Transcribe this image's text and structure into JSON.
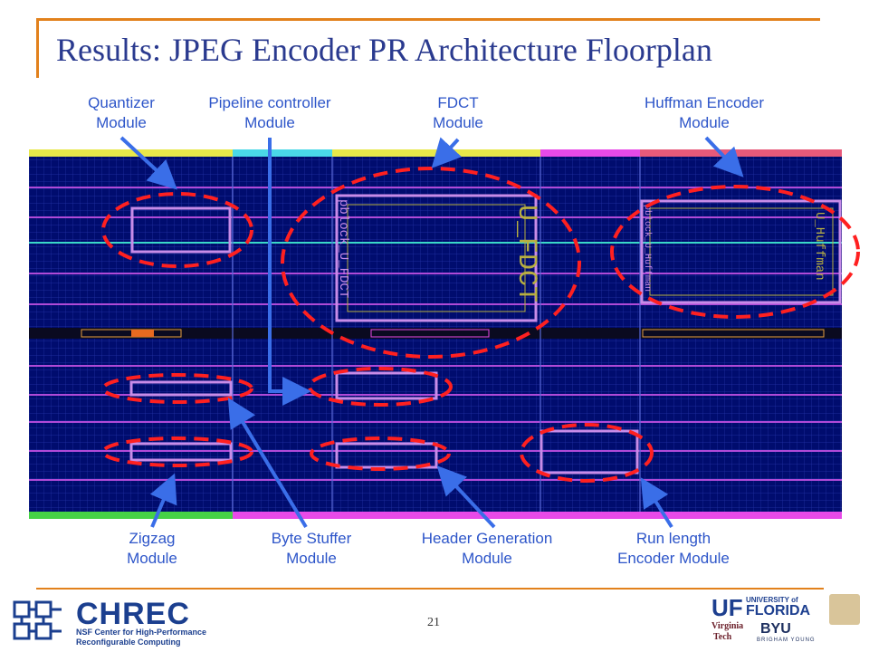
{
  "title": "Results: JPEG Encoder PR Architecture Floorplan",
  "labels": {
    "quantizer": [
      "Quantizer",
      "Module"
    ],
    "pipeline": [
      "Pipeline controller",
      "Module"
    ],
    "fdct": [
      "FDCT",
      "Module"
    ],
    "huffman": [
      "Huffman Encoder",
      "Module"
    ],
    "zigzag": [
      "Zigzag",
      "Module"
    ],
    "byte_stuffer": [
      "Byte Stuffer",
      "Module"
    ],
    "header_gen": [
      "Header Generation",
      "Module"
    ],
    "run_length": [
      "Run length",
      "Encoder Module"
    ]
  },
  "floorplan_text": {
    "fdct_big": "U_FDCT",
    "fdct_pblock": "pblock_U_FDCT",
    "huffman_big": "U_Huffman",
    "huffman_pblock": "pblock_U_Huffman"
  },
  "page_number": "21",
  "logos": {
    "chrec": "CHREC",
    "chrec_line1": "NSF Center for High-Performance",
    "chrec_line2": "Reconfigurable Computing",
    "uf": "UF",
    "uf_university": "UNIVERSITY of",
    "uf_florida": "FLORIDA",
    "vt": "Virginia",
    "vt_tech": "Tech",
    "byu": "BYU",
    "byu_sub": "BRIGHAM YOUNG"
  },
  "colors": {
    "title": "#2a3a8f",
    "label": "#2d55c9",
    "accent": "#e2811c",
    "arrow": "#3a6ee8",
    "ellipse": "#ff2020",
    "fabric": "#000c6e",
    "pblock": "#c88ce8"
  }
}
